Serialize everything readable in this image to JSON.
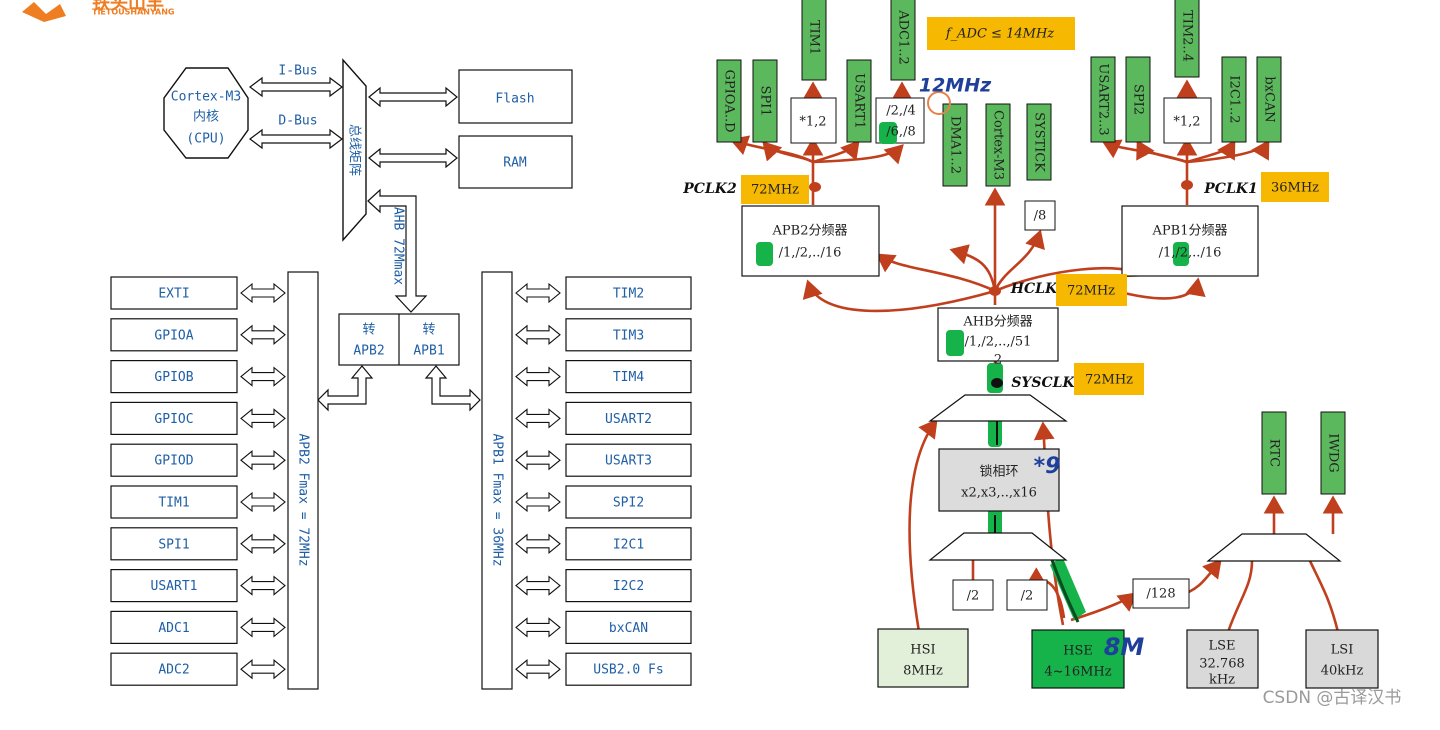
{
  "logo": {
    "brand": "铁头山羊",
    "subtitle": "TIETOUSHANYANG"
  },
  "bus_diagram": {
    "cpu": {
      "line1": "Cortex-M3",
      "line2": "内核",
      "line3": "(CPU)"
    },
    "ibus": "I-Bus",
    "dbus": "D-Bus",
    "matrix": "总线矩阵",
    "flash": "Flash",
    "ram": "RAM",
    "ahb": "AHB 72Mmax",
    "bridge_apb2": {
      "top": "转",
      "bottom": "APB2"
    },
    "bridge_apb1": {
      "top": "转",
      "bottom": "APB1"
    },
    "apb2_bus": "APB2 Fmax = 72MHz",
    "apb1_bus": "APB1 Fmax = 36MHz",
    "apb2_peripherals": [
      "EXTI",
      "GPIOA",
      "GPIOB",
      "GPIOC",
      "GPIOD",
      "TIM1",
      "SPI1",
      "USART1",
      "ADC1",
      "ADC2"
    ],
    "apb1_peripherals": [
      "TIM2",
      "TIM3",
      "TIM4",
      "USART2",
      "USART3",
      "SPI2",
      "I2C1",
      "I2C2",
      "bxCAN",
      "USB2.0 Fs"
    ]
  },
  "clock_tree": {
    "apb2_outputs": [
      "GPIOA..D",
      "SPI1",
      "TIM1",
      "USART1",
      "ADC1..2"
    ],
    "apb2_timer_mult": "*1,2",
    "adc_prescaler": "/2,/4\n/6,/8",
    "adc_limit": "f_ADC ≤ 14MHz",
    "ahb_outputs": [
      "DMA1..2",
      "Cortex-M3",
      "SYSTICK"
    ],
    "systick_div": "/8",
    "apb1_outputs": [
      "USART2..3",
      "SPI2",
      "TIM2..4",
      "I2C1..2",
      "bxCAN"
    ],
    "apb1_timer_mult": "*1,2",
    "pclk2_label": "PCLK2",
    "pclk2_value": "72MHz",
    "pclk1_label": "PCLK1",
    "pclk1_value": "36MHz",
    "apb2_prescaler": {
      "title": "APB2分频器",
      "options": "/1,/2,../16"
    },
    "apb1_prescaler": {
      "title": "APB1分频器",
      "options": "/1,/2,../16"
    },
    "hclk_label": "HCLK",
    "hclk_value": "72MHz",
    "ahb_prescaler": {
      "title": "AHB分频器",
      "options": "/1,/2,..,/51",
      "suffix": "2"
    },
    "sysclk_label": "SYSCLK",
    "sysclk_value": "72MHz",
    "pll": {
      "title": "锁相环",
      "options": "x2,x3,..,x16"
    },
    "div2_a": "/2",
    "div2_b": "/2",
    "div128": "/128",
    "hsi": {
      "name": "HSI",
      "freq": "8MHz"
    },
    "hse": {
      "name": "HSE",
      "freq": "4~16MHz"
    },
    "lse": {
      "name": "LSE",
      "freq1": "32.768",
      "freq2": "kHz"
    },
    "lsi": {
      "name": "LSI",
      "freq": "40kHz"
    },
    "rtc": "RTC",
    "iwdg": "IWDG"
  },
  "annotations": {
    "adc_12mhz": "12MHz",
    "pll_mult": "*9",
    "hse_8m": "8M"
  },
  "watermark": "CSDN @古译汉书",
  "colors": {
    "green": "#5cb85c",
    "orange": "#f6b800",
    "arrow": "#c0401e",
    "text_blue": "#1f5fa6",
    "hse_fill": "#16b24a",
    "ink": "#1e3f9a"
  }
}
